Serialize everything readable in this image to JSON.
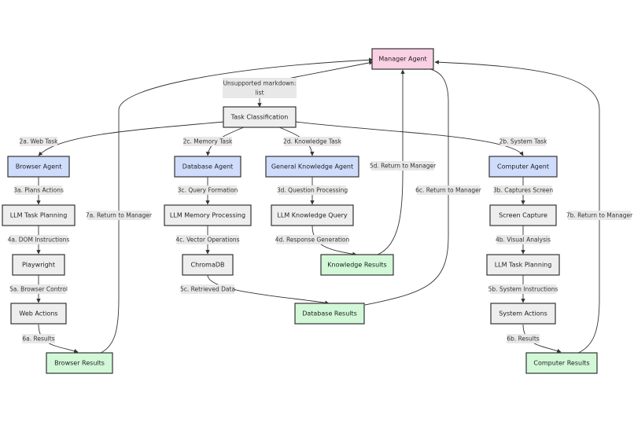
{
  "colors": {
    "manager": "#f9d0e4",
    "agent": "#cfdcfb",
    "process": "#eeeeee",
    "result": "#d2f8d8",
    "stroke": "#333333",
    "label_bg": "#e8e8e8"
  },
  "nodes": {
    "manager": {
      "label": "Manager Agent",
      "kind": "manager"
    },
    "unsupported": {
      "label": "Unsupported markdown: list"
    },
    "task_classification": {
      "label": "Task Classification",
      "kind": "process"
    },
    "browser_agent": {
      "label": "Browser Agent",
      "kind": "agent"
    },
    "database_agent": {
      "label": "Database Agent",
      "kind": "agent"
    },
    "knowledge_agent": {
      "label": "General Knowledge Agent",
      "kind": "agent"
    },
    "computer_agent": {
      "label": "Computer Agent",
      "kind": "agent"
    },
    "llm_task_planning_browser": {
      "label": "LLM Task Planning",
      "kind": "process"
    },
    "llm_memory_processing": {
      "label": "LLM Memory Processing",
      "kind": "process"
    },
    "llm_knowledge_query": {
      "label": "LLM Knowledge Query",
      "kind": "process"
    },
    "screen_capture": {
      "label": "Screen Capture",
      "kind": "process"
    },
    "playwright": {
      "label": "Playwright",
      "kind": "process"
    },
    "chromadb": {
      "label": "ChromaDB",
      "kind": "process"
    },
    "knowledge_results": {
      "label": "Knowledge Results",
      "kind": "result"
    },
    "llm_task_planning_computer": {
      "label": "LLM Task Planning",
      "kind": "process"
    },
    "web_actions": {
      "label": "Web Actions",
      "kind": "process"
    },
    "database_results": {
      "label": "Database Results",
      "kind": "result"
    },
    "system_actions": {
      "label": "System Actions",
      "kind": "process"
    },
    "browser_results": {
      "label": "Browser Results",
      "kind": "result"
    },
    "computer_results": {
      "label": "Computer Results",
      "kind": "result"
    }
  },
  "edges": {
    "e2a": "2a. Web Task",
    "e2c": "2c. Memory Task",
    "e2d": "2d. Knowledge Task",
    "e2b": "2b. System Task",
    "e3a": "3a. Plans Actions",
    "e3c": "3c. Query Formation",
    "e3d": "3d. Question Processing",
    "e3b": "3b. Captures Screen",
    "e4a": "4a. DOM Instructions",
    "e4c": "4c. Vector Operations",
    "e4d": "4d. Response Generation",
    "e4b": "4b. Visual Analysis",
    "e5a": "5a. Browser Control",
    "e5c": "5c. Retrieved Data",
    "e5b": "5b. System Instructions",
    "e6a": "6a. Results",
    "e6b": "6b. Results",
    "e5d": "5d. Return to Manager",
    "e6c": "6c. Return to Manager",
    "e7a": "7a. Return to Manager",
    "e7b": "7b. Return to Manager"
  }
}
